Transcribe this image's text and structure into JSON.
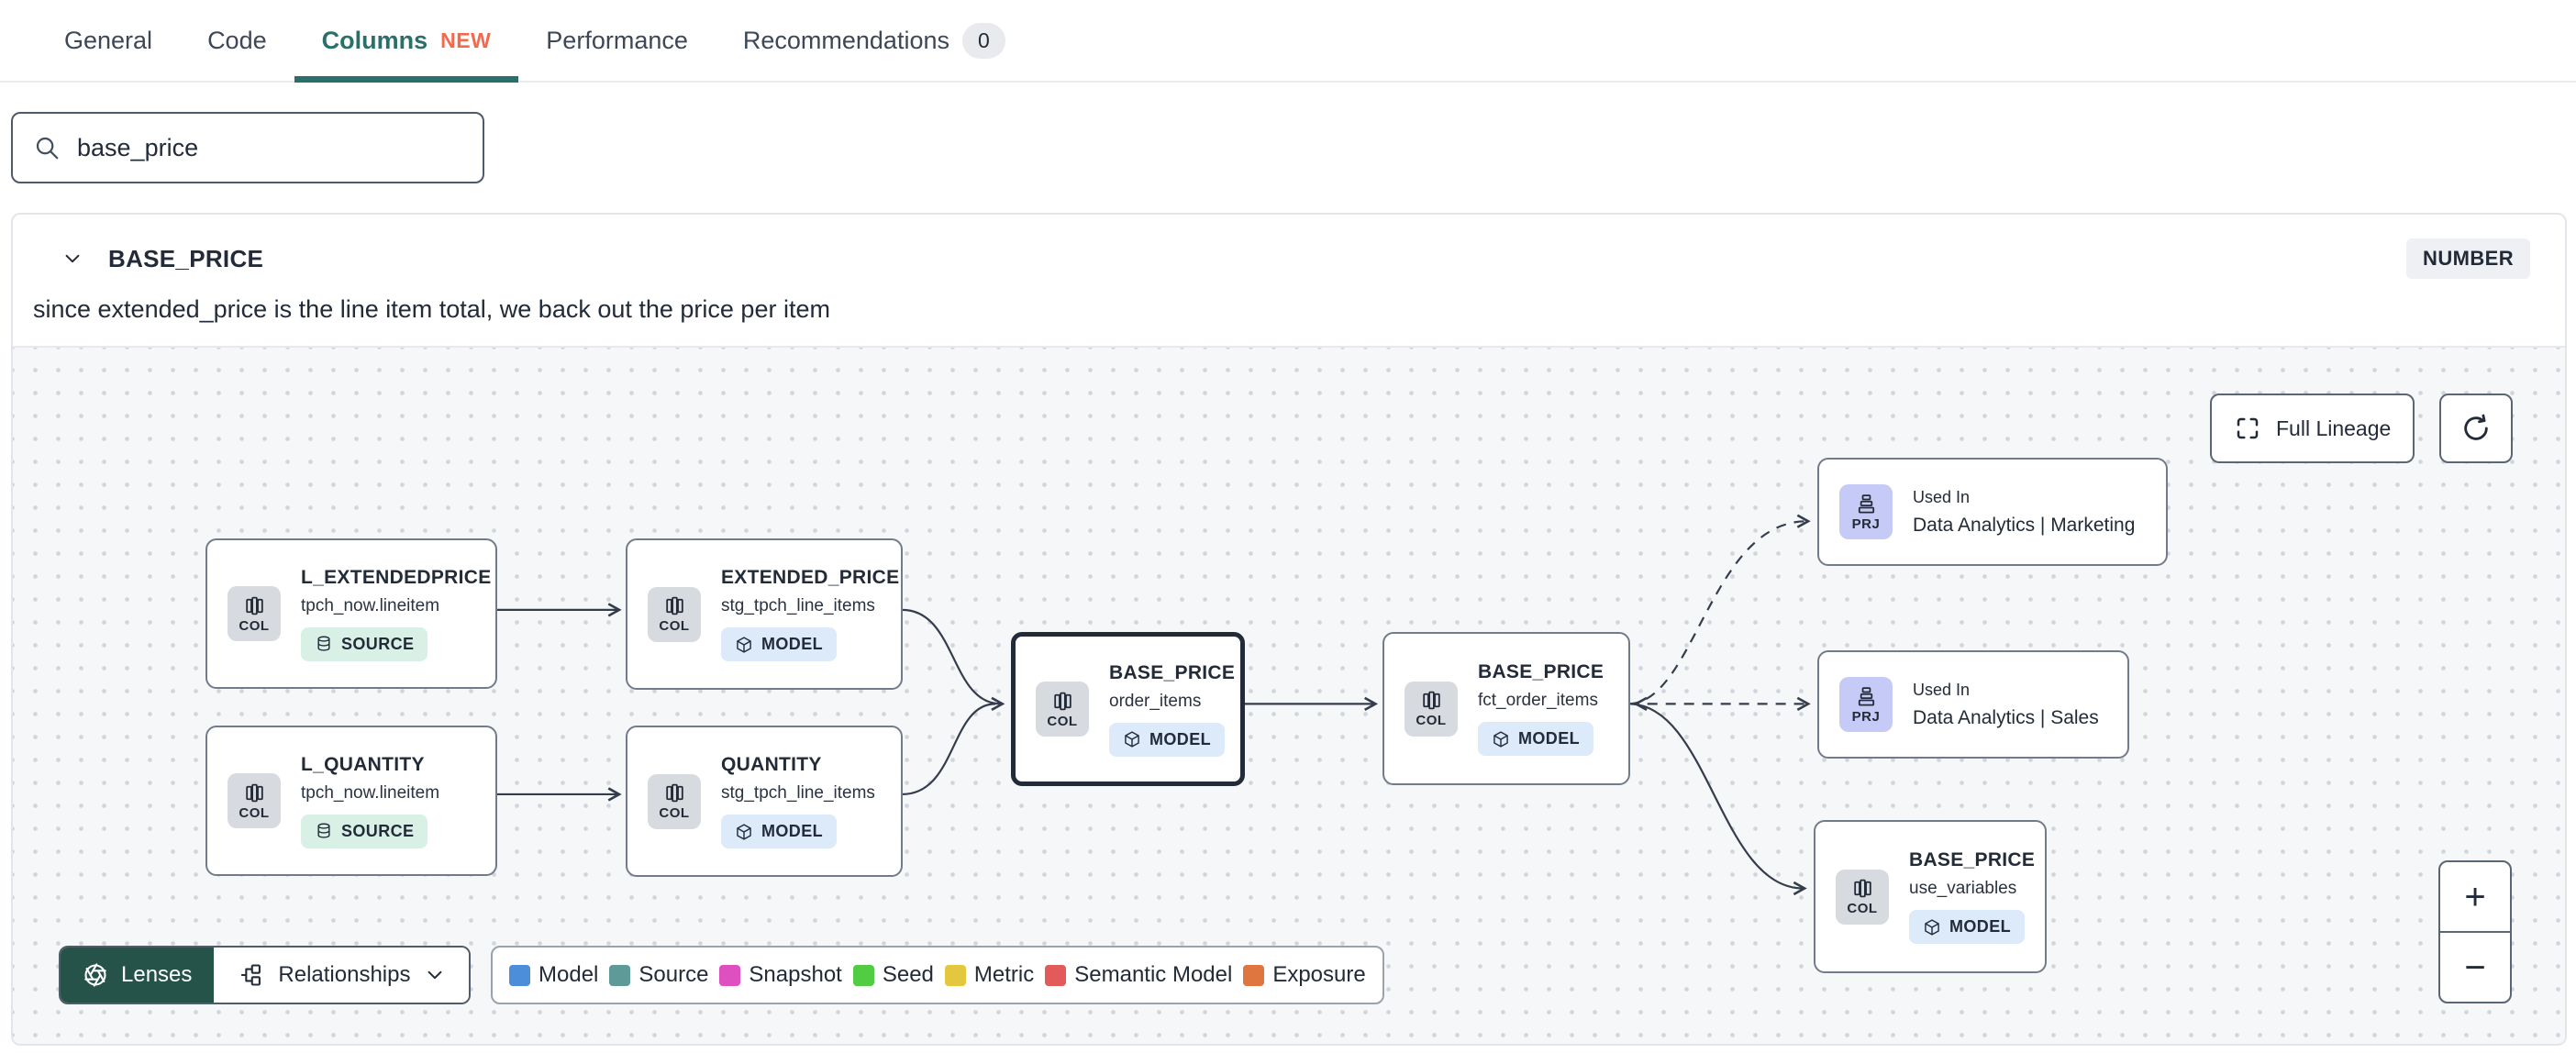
{
  "tabs": {
    "items": [
      {
        "label": "General"
      },
      {
        "label": "Code"
      },
      {
        "label": "Columns",
        "badge": "NEW"
      },
      {
        "label": "Performance"
      },
      {
        "label": "Recommendations",
        "count": "0"
      }
    ]
  },
  "search": {
    "value": "base_price"
  },
  "column_panel": {
    "name": "BASE_PRICE",
    "data_type": "NUMBER",
    "description": "since extended_price is the line item total, we back out the price per item"
  },
  "lineage": {
    "full_lineage_label": "Full Lineage",
    "zoom_in_label": "+",
    "zoom_out_label": "−",
    "nodes": [
      {
        "icon_label": "COL",
        "title": "L_EXTENDEDPRICE",
        "subtitle": "tpch_now.lineitem",
        "badge": "SOURCE"
      },
      {
        "icon_label": "COL",
        "title": "L_QUANTITY",
        "subtitle": "tpch_now.lineitem",
        "badge": "SOURCE"
      },
      {
        "icon_label": "COL",
        "title": "EXTENDED_PRICE",
        "subtitle": "stg_tpch_line_items",
        "badge": "MODEL"
      },
      {
        "icon_label": "COL",
        "title": "QUANTITY",
        "subtitle": "stg_tpch_line_items",
        "badge": "MODEL"
      },
      {
        "icon_label": "COL",
        "title": "BASE_PRICE",
        "subtitle": "order_items",
        "badge": "MODEL"
      },
      {
        "icon_label": "COL",
        "title": "BASE_PRICE",
        "subtitle": "fct_order_items",
        "badge": "MODEL"
      },
      {
        "icon_label": "PRJ",
        "label": "Used In",
        "name": "Data Analytics | Marketing"
      },
      {
        "icon_label": "PRJ",
        "label": "Used In",
        "name": "Data Analytics | Sales"
      },
      {
        "icon_label": "COL",
        "title": "BASE_PRICE",
        "subtitle": "use_variables",
        "badge": "MODEL"
      }
    ],
    "toolbar": {
      "lenses": "Lenses",
      "relationships": "Relationships"
    },
    "legend": {
      "items": [
        {
          "label": "Model",
          "color": "#4d8edb"
        },
        {
          "label": "Source",
          "color": "#5d9a98"
        },
        {
          "label": "Snapshot",
          "color": "#de4fc0"
        },
        {
          "label": "Seed",
          "color": "#52cc43"
        },
        {
          "label": "Metric",
          "color": "#e3c83f"
        },
        {
          "label": "Semantic Model",
          "color": "#e25a5a"
        },
        {
          "label": "Exposure",
          "color": "#e0763f"
        }
      ]
    }
  },
  "colors": {
    "active_tab": "#2a6f6a",
    "new_badge": "#f06a50",
    "lenses_button": "#255249",
    "source_badge_bg": "#d9f0e7",
    "model_badge_bg": "#dceafa",
    "column_chip_bg": "#d7dade",
    "project_chip_bg": "#c5caf6",
    "selected_node_border": "#232b38"
  }
}
